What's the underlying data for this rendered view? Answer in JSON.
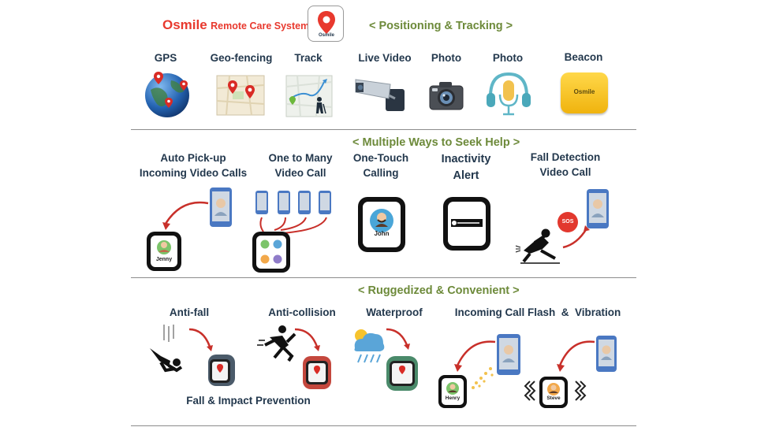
{
  "header": {
    "brand_name": "Osmile",
    "brand_suffix": "Remote Care System",
    "logo_text": "Osmile"
  },
  "sections": {
    "positioning": "< Positioning & Tracking >",
    "help": "< Multiple Ways to Seek Help >",
    "rugged": "< Ruggedized & Convenient >"
  },
  "features_row1": {
    "gps": "GPS",
    "geofencing": "Geo-fencing",
    "track": "Track",
    "live_video": "Live Video",
    "photo1": "Photo",
    "photo2": "Photo",
    "beacon": "Beacon",
    "beacon_text": "Osmile"
  },
  "features_row2": {
    "auto_pickup_line1": "Auto Pick-up",
    "auto_pickup_line2": "Incoming Video Calls",
    "one_to_many_line1": "One to Many",
    "one_to_many_line2": "Video Call",
    "one_touch_line1": "One-Touch",
    "one_touch_line2": "Calling",
    "inactivity_line1": "Inactivity",
    "inactivity_line2": "Alert",
    "fall_detect_line1": "Fall Detection",
    "fall_detect_line2": "Video Call",
    "name_jenny": "Jenny",
    "name_john": "John",
    "sos": "SOS"
  },
  "features_row3": {
    "anti_fall": "Anti-fall",
    "anti_collision": "Anti-collision",
    "waterproof": "Waterproof",
    "flash_vibration": "Incoming Call Flash  &  Vibration",
    "fall_impact": "Fall & Impact Prevention",
    "name_henry": "Henry",
    "name_steve": "Steve"
  },
  "colors": {
    "brand_red": "#e8392e",
    "section_green": "#6d8a3a",
    "label_navy": "#23384d",
    "arrow_red": "#c8302a",
    "phone_blue": "#4a78c2",
    "beacon_yellow": "#f7c51e"
  }
}
